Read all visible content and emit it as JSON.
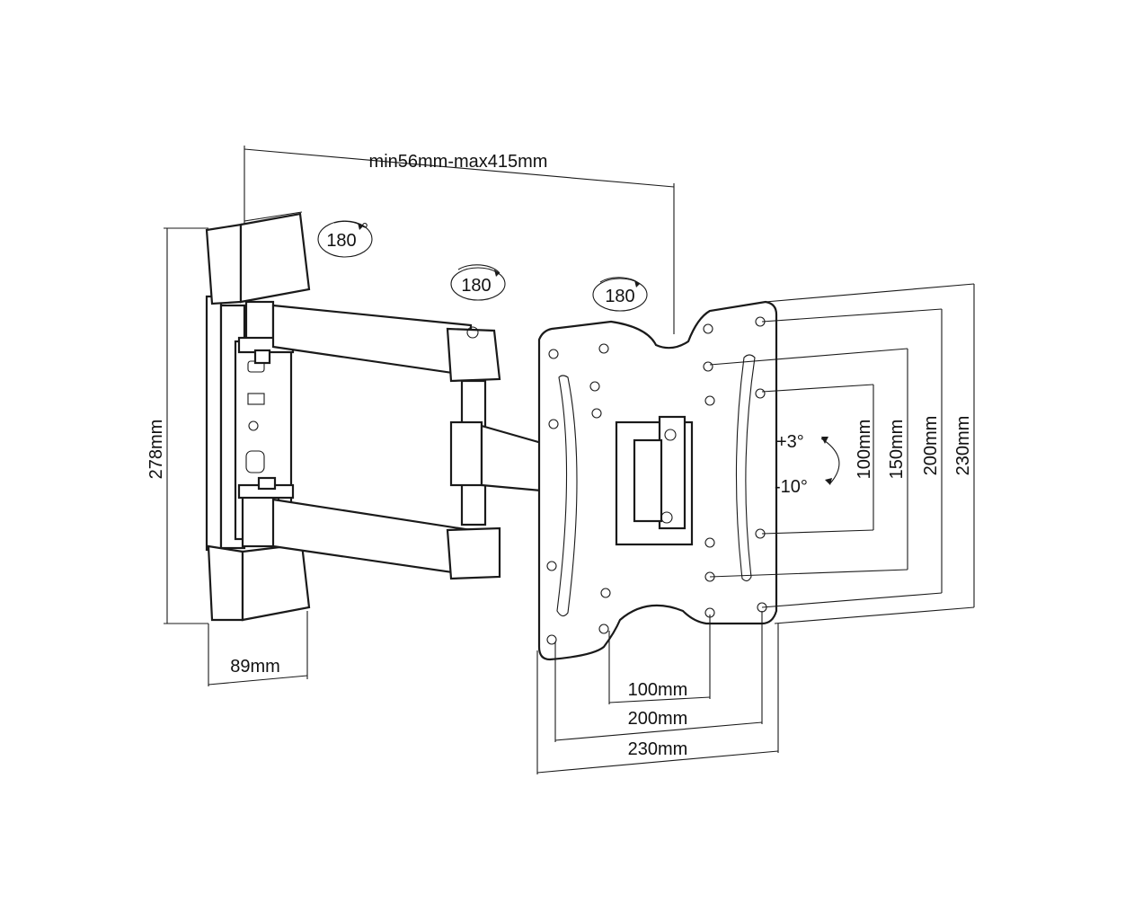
{
  "dimensions": {
    "extension": "min56mm-max415mm",
    "wall_plate_height": "278mm",
    "wall_plate_depth": "89mm",
    "vesa_h_100": "100mm",
    "vesa_h_200": "200mm",
    "vesa_h_230": "230mm",
    "vesa_v_100": "100mm",
    "vesa_v_150": "150mm",
    "vesa_v_200": "200mm",
    "vesa_v_230": "230mm"
  },
  "rotation": {
    "wall_pivot": "180",
    "arm_pivot": "180",
    "head_pivot": "180",
    "degree_mark": "°"
  },
  "tilt": {
    "up": "+3°",
    "down": "-10°"
  },
  "colors": {
    "line": "#1a1a1a",
    "background": "#ffffff"
  }
}
